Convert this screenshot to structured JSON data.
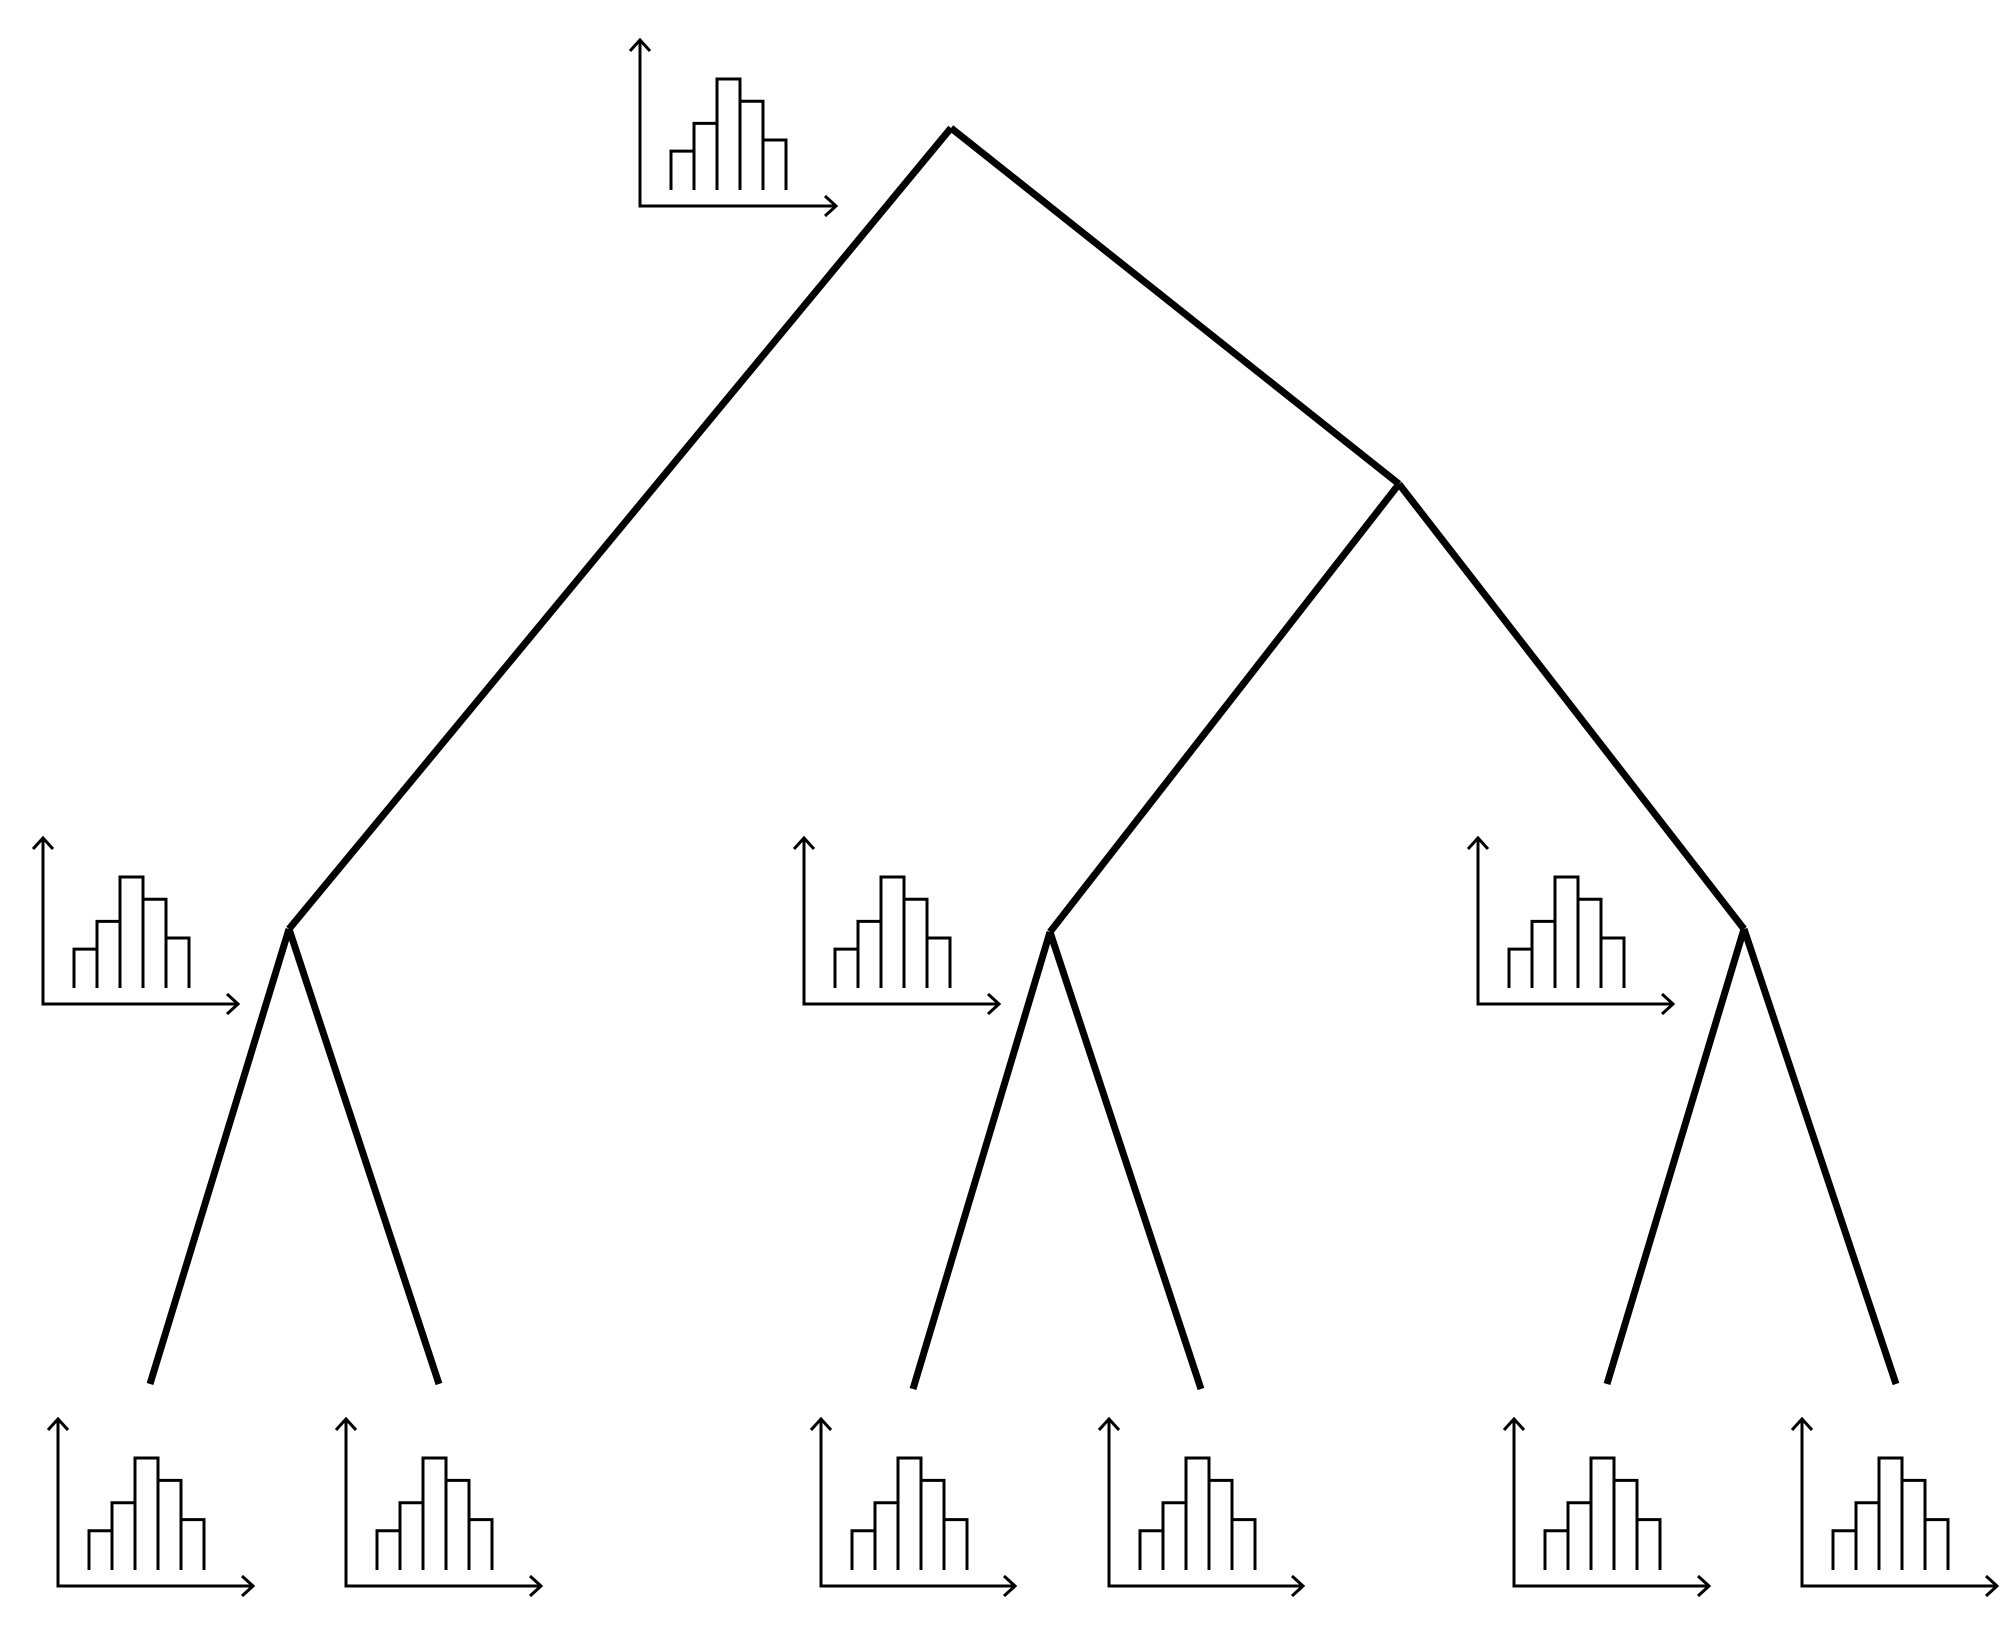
{
  "colors": {
    "background": "#ffffff",
    "edge": "#000000",
    "icon": "#000000"
  },
  "nodes": [
    {
      "id": "root",
      "icon": "histogram-icon"
    },
    {
      "id": "n1",
      "icon": "histogram-icon"
    },
    {
      "id": "n2",
      "icon": "none"
    },
    {
      "id": "n3",
      "icon": "histogram-icon"
    },
    {
      "id": "n4",
      "icon": "histogram-icon"
    },
    {
      "id": "leaf1",
      "icon": "histogram-icon"
    },
    {
      "id": "leaf2",
      "icon": "histogram-icon"
    },
    {
      "id": "leaf3",
      "icon": "histogram-icon"
    },
    {
      "id": "leaf4",
      "icon": "histogram-icon"
    },
    {
      "id": "leaf5",
      "icon": "histogram-icon"
    },
    {
      "id": "leaf6",
      "icon": "histogram-icon"
    }
  ],
  "edges": [
    {
      "from": "root",
      "to": "n1"
    },
    {
      "from": "root",
      "to": "n2"
    },
    {
      "from": "n2",
      "to": "n3"
    },
    {
      "from": "n2",
      "to": "n4"
    },
    {
      "from": "n1",
      "to": "leaf1"
    },
    {
      "from": "n1",
      "to": "leaf2"
    },
    {
      "from": "n3",
      "to": "leaf3"
    },
    {
      "from": "n3",
      "to": "leaf4"
    },
    {
      "from": "n4",
      "to": "leaf5"
    },
    {
      "from": "n4",
      "to": "leaf6"
    }
  ],
  "histogram_bars": [
    0.35,
    0.6,
    1.0,
    0.8,
    0.45
  ]
}
